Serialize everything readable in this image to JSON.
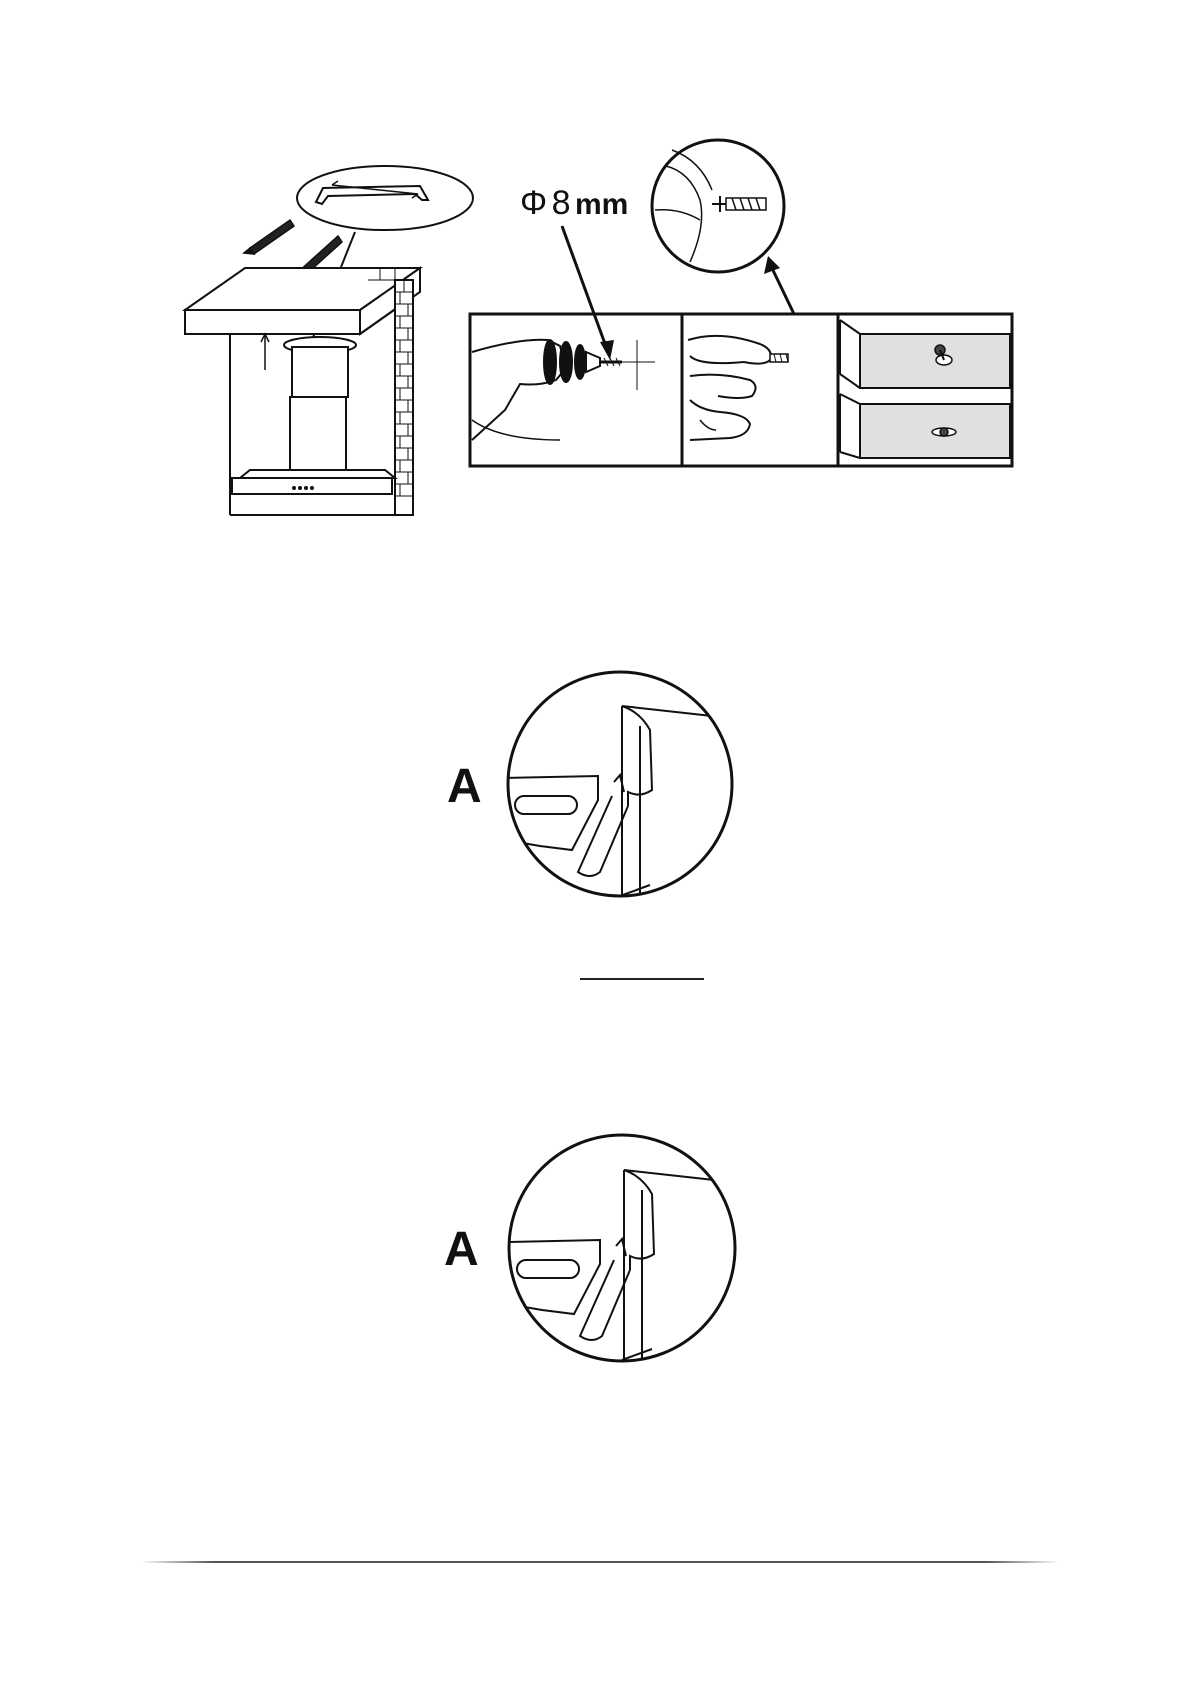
{
  "drill_spec": {
    "symbol": "Φ",
    "size": "8",
    "unit": "mm"
  },
  "detail_labels": [
    "A",
    "A"
  ],
  "icons": [
    "hood-installation-diagram",
    "drill-icon",
    "wall-plug-icon",
    "screw-hook-icon"
  ]
}
